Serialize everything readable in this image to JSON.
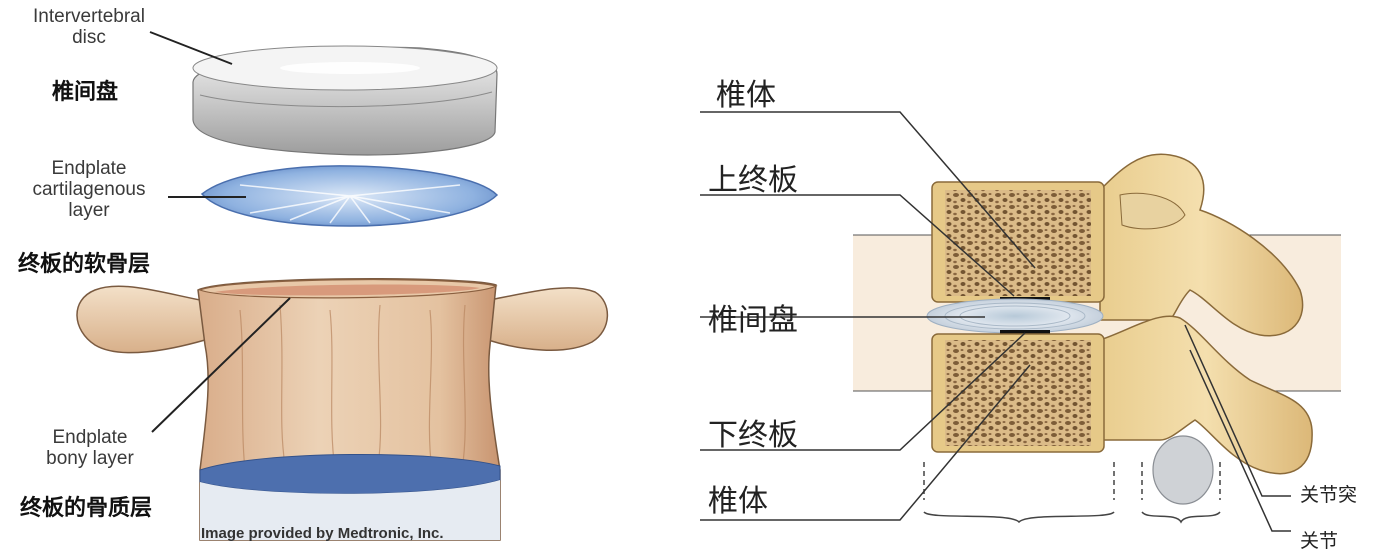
{
  "left_panel": {
    "disc_en": [
      "Intervertebral",
      "disc"
    ],
    "disc_zh": "椎间盘",
    "cartilage_en": [
      "Endplate",
      "cartilagenous",
      "layer"
    ],
    "cartilage_zh": "终板的软骨层",
    "bony_en": [
      "Endplate",
      "bony layer"
    ],
    "bony_zh": "终板的骨质层",
    "credit": "Image provided by Medtronic, Inc."
  },
  "right_panel": {
    "vertebral_body_top": "椎体",
    "upper_endplate": "上终板",
    "disc": "椎间盘",
    "lower_endplate": "下终板",
    "vertebral_body_bottom": "椎体",
    "facet_1": "关节突",
    "facet_2": "关节"
  }
}
